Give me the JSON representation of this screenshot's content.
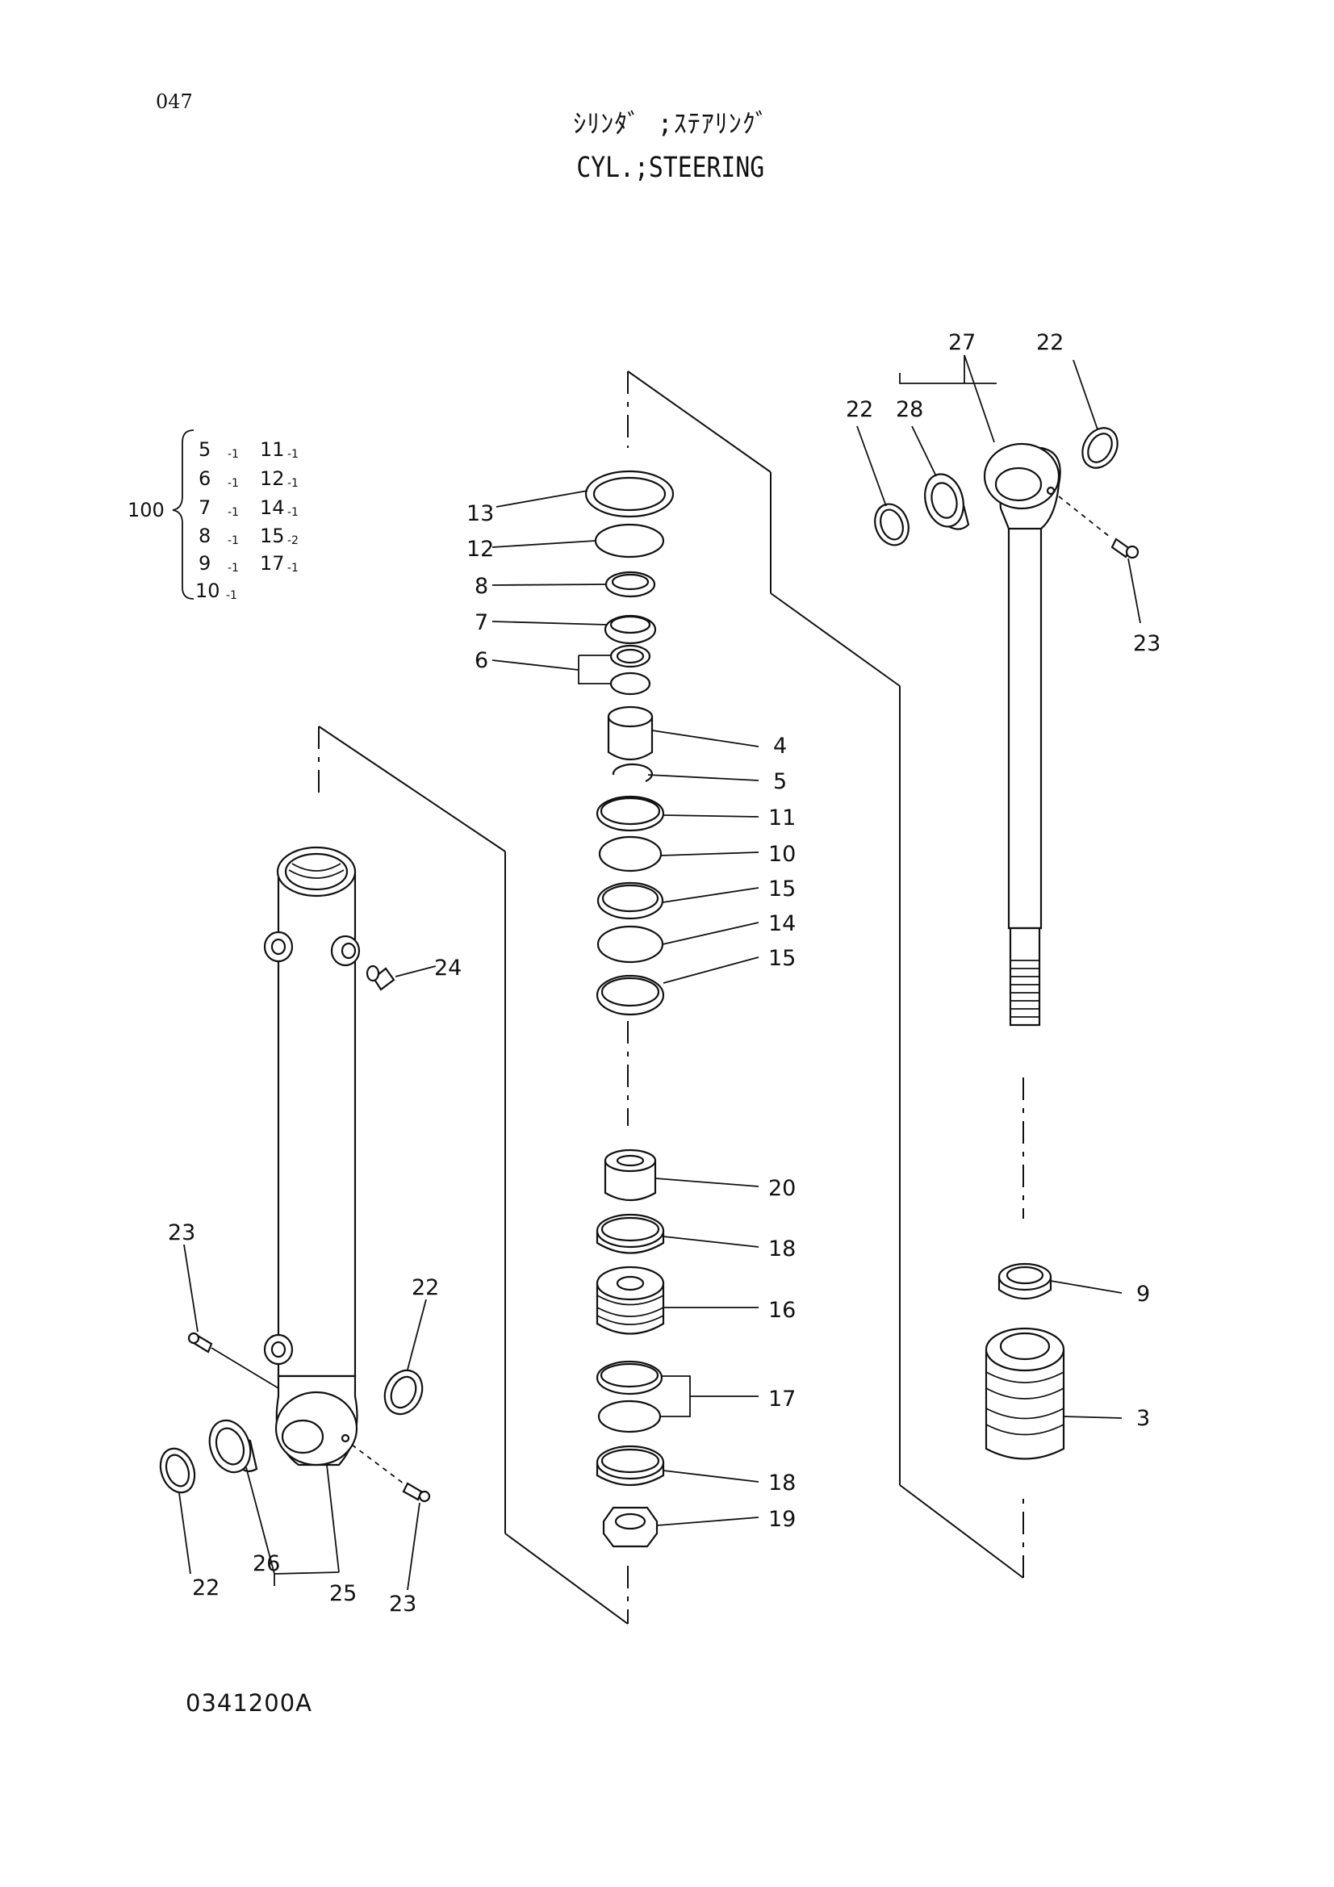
{
  "page_number": "047",
  "title_jp": "ｼﾘﾝﾀﾞ ;ｽﾃｱﾘﾝｸﾞ",
  "title_en": "CYL.;STEERING",
  "drawing_number": "0341200A",
  "kit": {
    "number": "100",
    "left_column": [
      {
        "part": "5",
        "qty": "-1"
      },
      {
        "part": "6",
        "qty": "-1"
      },
      {
        "part": "7",
        "qty": "-1"
      },
      {
        "part": "8",
        "qty": "-1"
      },
      {
        "part": "9",
        "qty": "-1"
      },
      {
        "part": "10",
        "qty": "-1"
      }
    ],
    "right_column": [
      {
        "part": "11",
        "qty": "-1"
      },
      {
        "part": "12",
        "qty": "-1"
      },
      {
        "part": "14",
        "qty": "-1"
      },
      {
        "part": "15",
        "qty": "-2"
      },
      {
        "part": "17",
        "qty": "-1"
      }
    ]
  },
  "callouts": {
    "c13": "13",
    "c12": "12",
    "c8": "8",
    "c7": "7",
    "c6": "6",
    "c4": "4",
    "c5": "5",
    "c11": "11",
    "c10": "10",
    "c15a": "15",
    "c14": "14",
    "c15b": "15",
    "c20": "20",
    "c18a": "18",
    "c16": "16",
    "c17": "17",
    "c18b": "18",
    "c19": "19",
    "c27": "27",
    "c22_top_right": "22",
    "c22_top_left": "22",
    "c28": "28",
    "c23_top": "23",
    "c9": "9",
    "c3": "3",
    "c24": "24",
    "c23_left": "23",
    "c22_mid": "22",
    "c22_bottom": "22",
    "c26": "26",
    "c25": "25",
    "c23_bottom": "23"
  }
}
